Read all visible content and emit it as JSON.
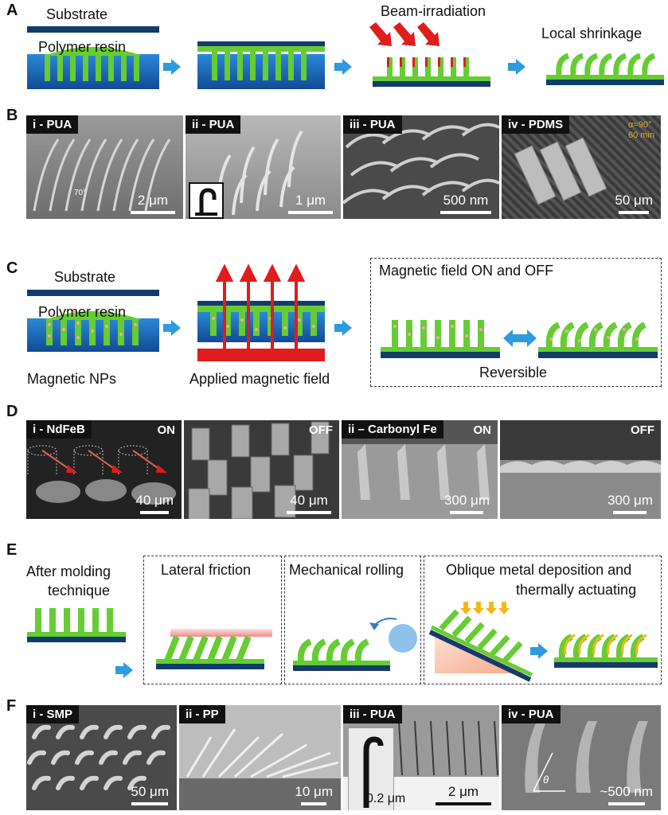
{
  "panels": {
    "A": {
      "label": "A",
      "substrate": "Substrate",
      "polymer_resin": "Polymer resin",
      "beam": "Beam-irradiation",
      "shrink": "Local shrinkage"
    },
    "B": {
      "label": "B",
      "images": [
        {
          "tag": "i - PUA",
          "scale": "2 μm"
        },
        {
          "tag": "ii - PUA",
          "scale": "1 μm"
        },
        {
          "tag": "iii - PUA",
          "scale": "500 nm"
        },
        {
          "tag": "iv - PDMS",
          "scale": "50 μm",
          "annot1": "α=90°",
          "annot2": "60 min"
        }
      ],
      "angle": "70°"
    },
    "C": {
      "label": "C",
      "substrate": "Substrate",
      "polymer_resin": "Polymer resin",
      "np": "Magnetic NPs",
      "applied": "Applied magnetic field",
      "onoff": "Magnetic field ON and OFF",
      "reversible": "Reversible"
    },
    "D": {
      "label": "D",
      "images": [
        {
          "tag": "i - NdFeB",
          "state": "ON",
          "scale": "40 μm"
        },
        {
          "tag": "",
          "state": "OFF",
          "scale": "40 μm"
        },
        {
          "tag": "ii – Carbonyl Fe",
          "state": "ON",
          "scale": "300 μm"
        },
        {
          "tag": "",
          "state": "OFF",
          "scale": "300 μm"
        }
      ]
    },
    "E": {
      "label": "E",
      "after1": "After molding",
      "after2": "technique",
      "lateral": "Lateral friction",
      "rolling": "Mechanical rolling",
      "oblique1": "Oblique metal deposition and",
      "oblique2": "thermally actuating"
    },
    "F": {
      "label": "F",
      "images": [
        {
          "tag": "i - SMP",
          "scale": "50 μm"
        },
        {
          "tag": "ii - PP",
          "scale": "10 μm"
        },
        {
          "tag": "iii - PUA",
          "scale": "2 μm",
          "inset_scale": "0.2 μm"
        },
        {
          "tag": "iv - PUA",
          "scale": "~500 nm",
          "angle": "θ"
        }
      ]
    }
  },
  "colors": {
    "green": "#66cc33",
    "blue": "#1f73c8",
    "navy": "#123c6b",
    "red": "#e01c1c",
    "arrow": "#2d9be0",
    "pink": "#f4a6a6"
  }
}
